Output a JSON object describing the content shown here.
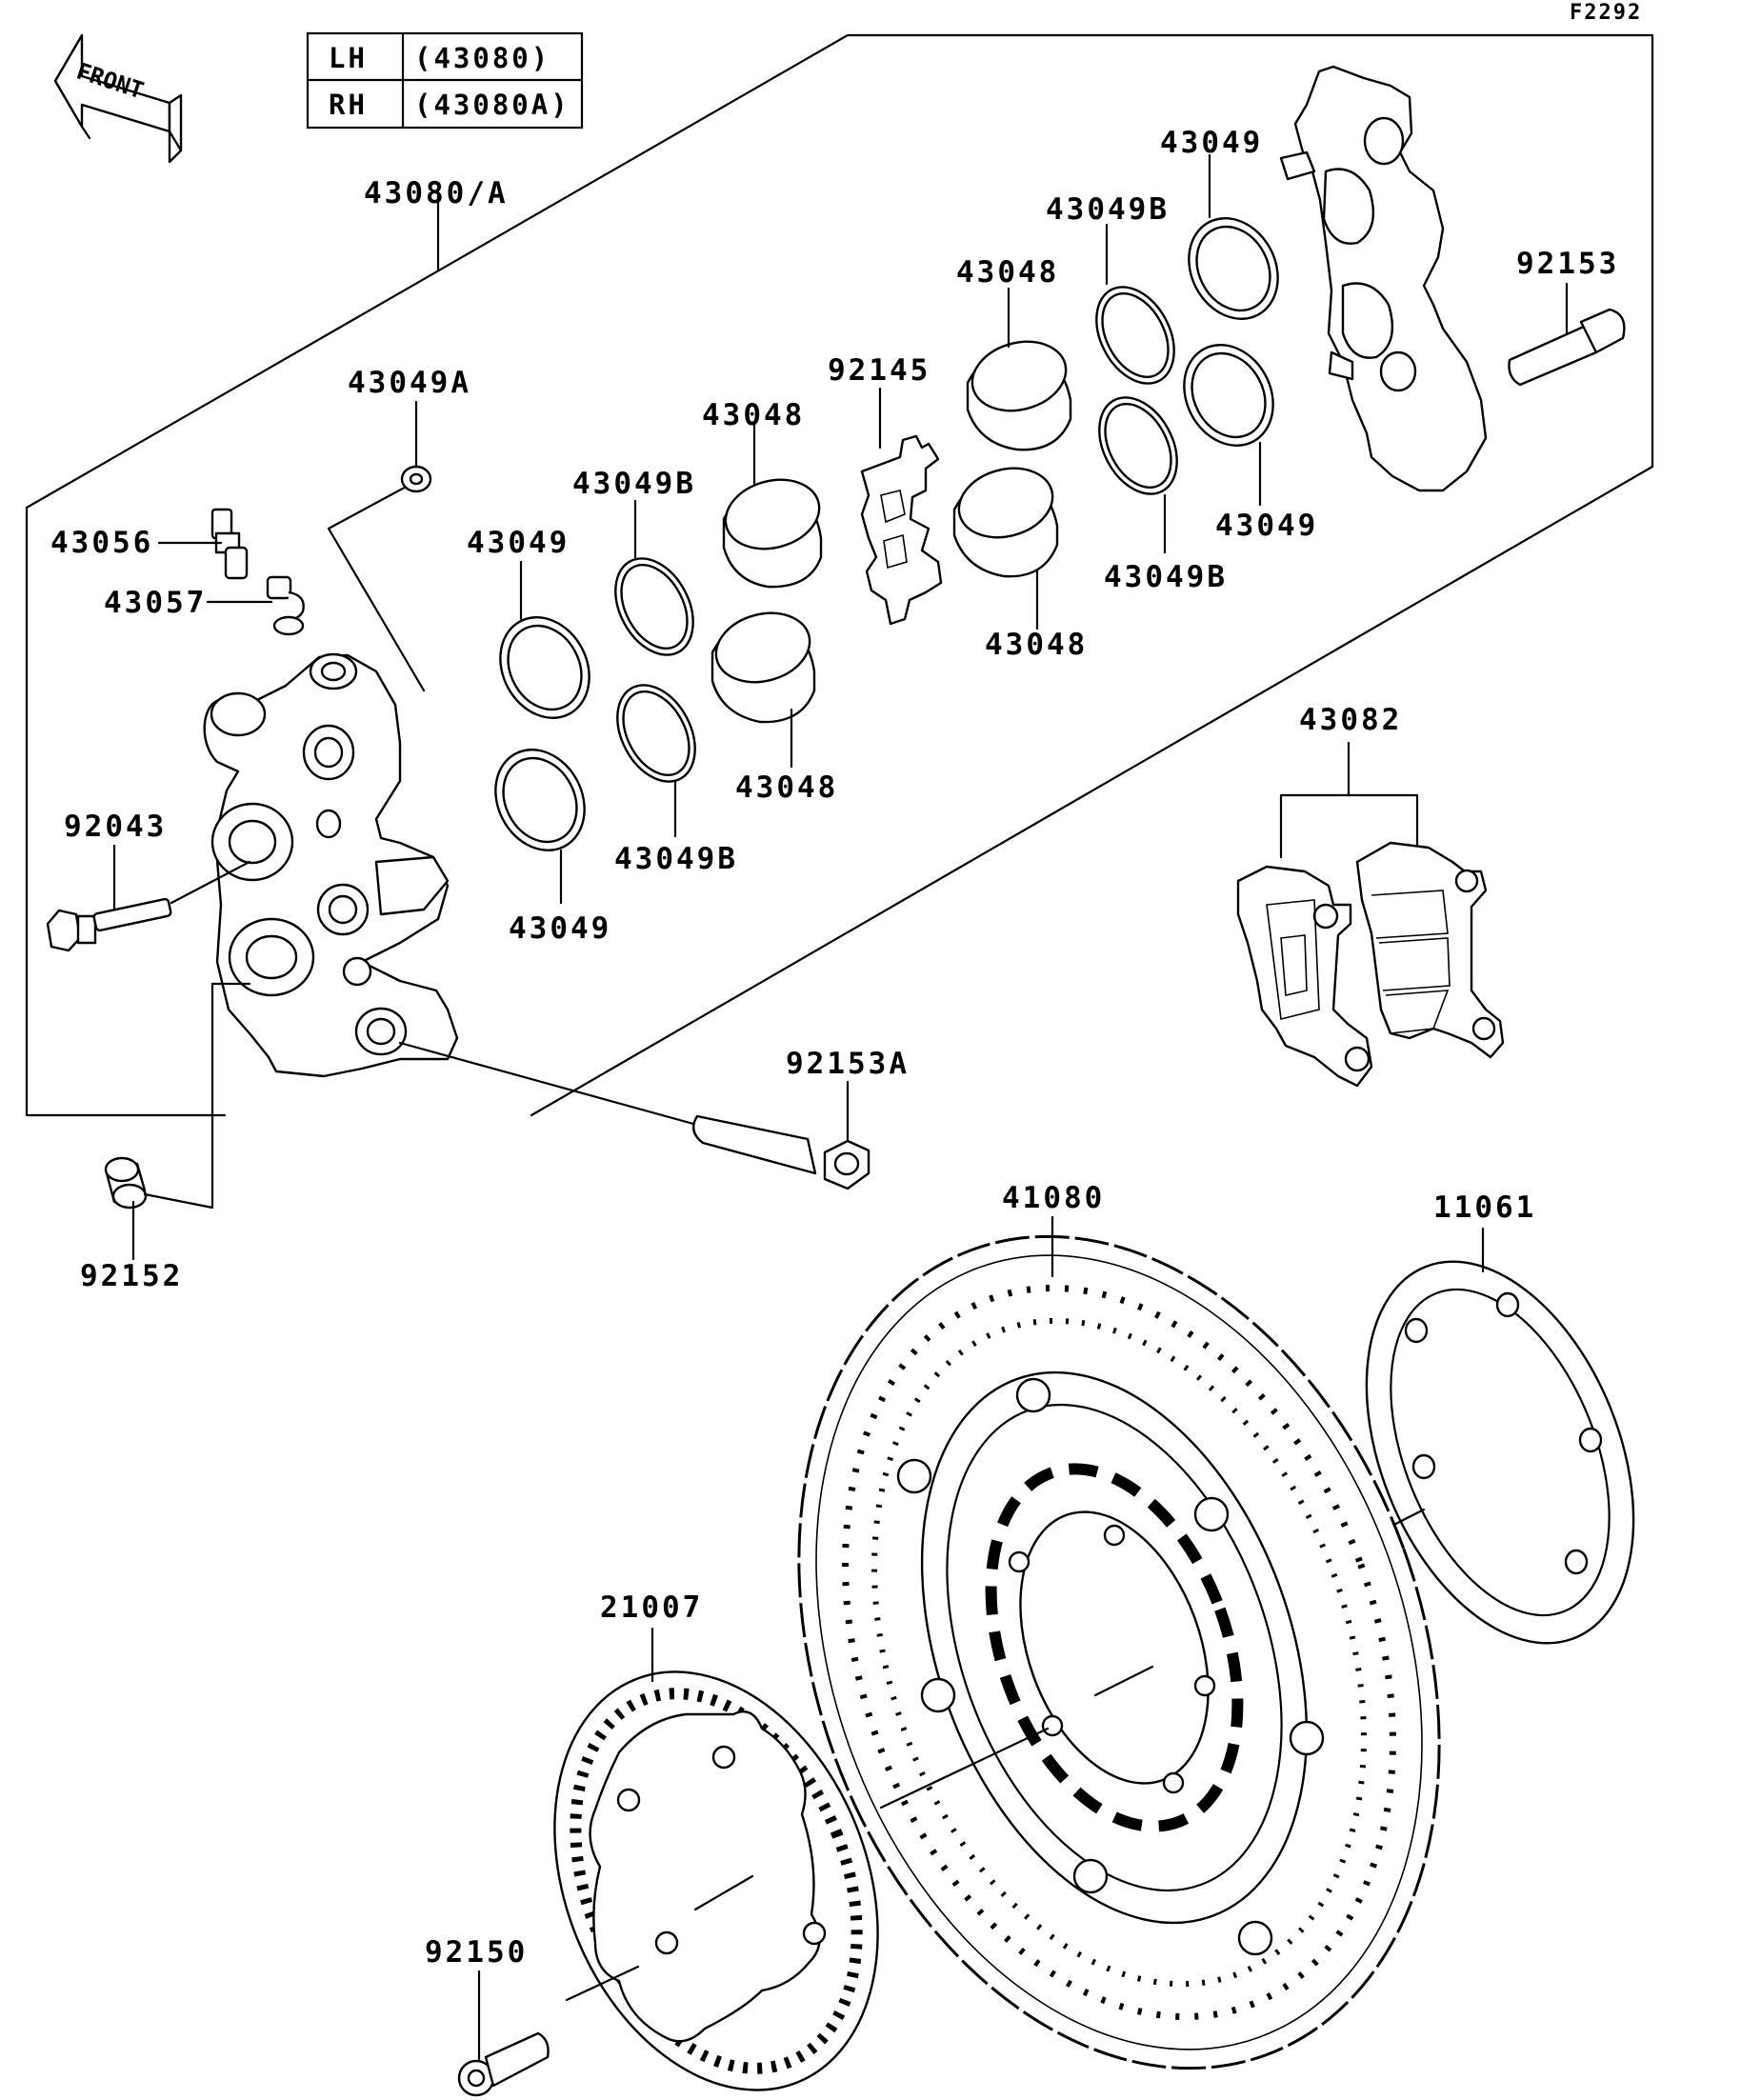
{
  "figure_code": "F2292",
  "front_label": "FRONT",
  "variant_table": [
    {
      "side": "LH",
      "part": "(43080)"
    },
    {
      "side": "RH",
      "part": "(43080A)"
    }
  ],
  "part_labels": {
    "caliper_assy": "43080/A",
    "bleed_valve": "43056",
    "bleed_cap": "43057",
    "seal_washer": "43049A",
    "caliper_bolt": "92043",
    "collar": "92152",
    "mount_bolt_a": "92153A",
    "mount_bolt": "92153",
    "pad_spring": "92145",
    "piston_upper_left": "43048",
    "piston_lower_left": "43048",
    "piston_upper_right": "43048",
    "piston_lower_right": "43048",
    "piston_seal_a": "43049",
    "piston_seal_b": "43049",
    "piston_seal_c": "43049",
    "piston_seal_d": "43049",
    "dust_seal_a": "43049B",
    "dust_seal_b": "43049B",
    "dust_seal_c": "43049B",
    "dust_seal_d": "43049B",
    "brake_pads": "43082",
    "brake_disc": "41080",
    "shim_plate": "11061",
    "abs_rotor": "21007",
    "rotor_bolt": "92150"
  }
}
